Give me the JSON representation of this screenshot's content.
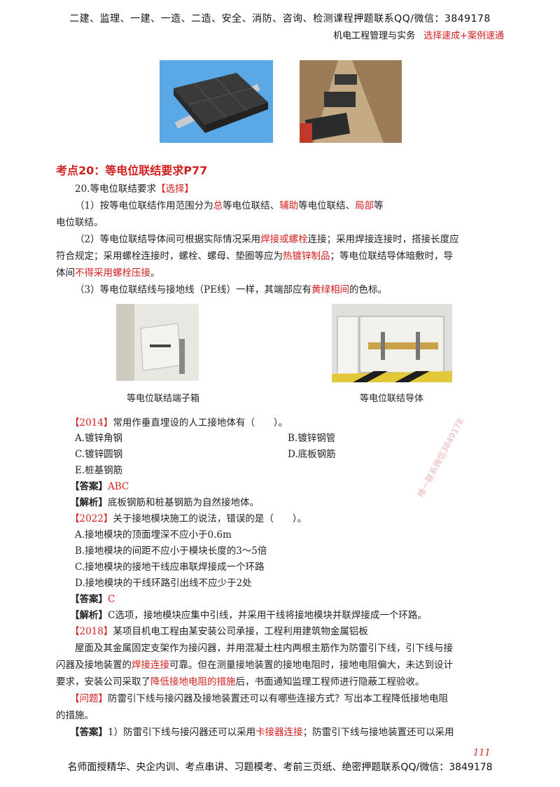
{
  "header": {
    "line1": "二建、监理、一建、一造、二造、安全、消防、咨询、检测课程押题联系QQ/微信：3849178",
    "subject": "机电工程管理与实务",
    "tagline": "选择速成+案例速通"
  },
  "section": {
    "title": "考点20：等电位联结要求P77"
  },
  "body": {
    "l1a": "20.等电位联结要求",
    "l1b": "【选择】",
    "l2a": "（1）按等电位联结作用范围分为",
    "l2b": "总",
    "l2c": "等电位联结、",
    "l2d": "辅助",
    "l2e": "等电位联结、",
    "l2f": "局部",
    "l2g": "等",
    "l3": "电位联结。",
    "l4a": "（2）等电位联结导体间可根据实际情况采用",
    "l4b": "焊接或螺栓",
    "l4c": "连接；采用焊接连接时，搭接长度应",
    "l5": "符合规定；采用螺栓连接时，螺栓、螺母、垫圈等应为",
    "l5b": "热镀锌制品",
    "l5c": "；等电位联结导体暗敷时，导",
    "l6a": "体间",
    "l6b": "不得采用螺栓压接",
    "l6c": "。",
    "l7a": "（3）等电位联结线与接地线（PE线）一样，其端部应有",
    "l7b": "黄绿相间",
    "l7c": "的色标。"
  },
  "captions": {
    "left": "等电位联结端子箱",
    "right": "等电位联结导体"
  },
  "q1": {
    "tag": "【2014】",
    "stem": "常用作垂直埋设的人工接地体有（　　）。",
    "a": "A.镀锌角钢",
    "b": "B.镀锌钢管",
    "c": "C.镀锌圆钢",
    "d": "D.底板钢筋",
    "e": "E.桩基钢筋",
    "ans_tag": "【答案】",
    "ans": "ABC",
    "exp_tag": "【解析】",
    "exp": "底板钢筋和桩基钢筋为自然接地体。"
  },
  "q2": {
    "tag": "【2022】",
    "stem": "关于接地模块施工的说法，错误的是（　　）。",
    "a": "A.接地模块的顶面埋深不应小于0.6m",
    "b": "B.接地模块的间距不应小于模块长度的3～5倍",
    "c": "C.接地模块的接地干线应串联焊接成一个环路",
    "d": "D.接地模块的干线环路引出线不应少于2处",
    "ans_tag": "【答案】",
    "ans": "C",
    "exp_tag": "【解析】",
    "exp": "C选项，接地模块应集中引线，并采用干线将接地模块并联焊接成一个环路。"
  },
  "case": {
    "tag": "【2018】",
    "p1": "某项目机电工程由某安装公司承接，工程利用建筑物金属铝板",
    "p2": "屋面及其金属固定支架作为接闪器，并用混凝土柱内两根主筋作为防雷引下线，引下线与接",
    "p3a": "闪器及接地装置的",
    "p3b": "焊接连接",
    "p3c": "可靠。但在测量接地装置的接地电阻时，接地电阻偏大，未达到设计",
    "p4a": "要求，安装公司采取了",
    "p4b": "降低接地电阻的措施",
    "p4c": "后，书面通知监理工程师进行隐蔽工程验收。",
    "q_tag": "【问题】",
    "q1": "防雷引下线与接闪器及接地装置还可以有哪些连接方式？写出本工程降低接地电阻",
    "q2": "的措施。",
    "a_tag": "【答案】",
    "a1": "1）防雷引下线与接闪器还可以采用",
    "a1b": "卡接器连接",
    "a1c": "；防雷引下线与接地装置还可以采用"
  },
  "watermark": "唯一联系微信3849178",
  "page_number": "111",
  "footer": "名师面授精华、央企内训、考点串讲、习题模考、考前三页纸、绝密押题联系QQ/微信：3849178"
}
